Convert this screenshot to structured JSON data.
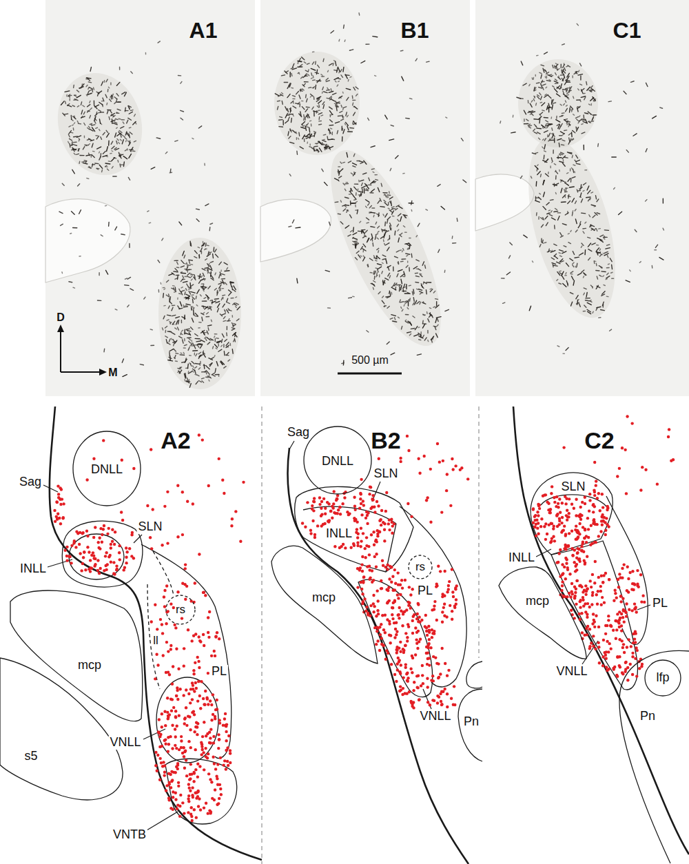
{
  "diagram": {
    "nodes": [
      {
        "text": [
          "DNLL"
        ]
      },
      {
        "text": [
          "mcp"
        ]
      },
      {
        "text": [
          "rs"
        ]
      },
      {
        "text": [
          "s5"
        ]
      },
      {
        "text": [
          "DNLL"
        ]
      },
      {
        "text": [
          "mcp"
        ]
      },
      {
        "text": [
          "rs"
        ]
      },
      {
        "text": [
          "Pn"
        ]
      },
      {
        "text": [
          "mcp"
        ]
      },
      {
        "text": [
          "Pn"
        ]
      },
      {
        "text": [
          "lfp"
        ],
        "in": 9
      }
    ],
    "labels": [
      "A1",
      "B1",
      "C1",
      "D",
      "M",
      "500 µm",
      "A2",
      "Sag",
      "SLN",
      "INLL",
      "ll",
      "PL",
      "VNLL",
      "VNTB",
      "B2",
      "Sag",
      "SLN",
      "INLL",
      "PL",
      "VNLL",
      "C2",
      "SLN",
      "INLL",
      "PL",
      "VNLL"
    ]
  }
}
